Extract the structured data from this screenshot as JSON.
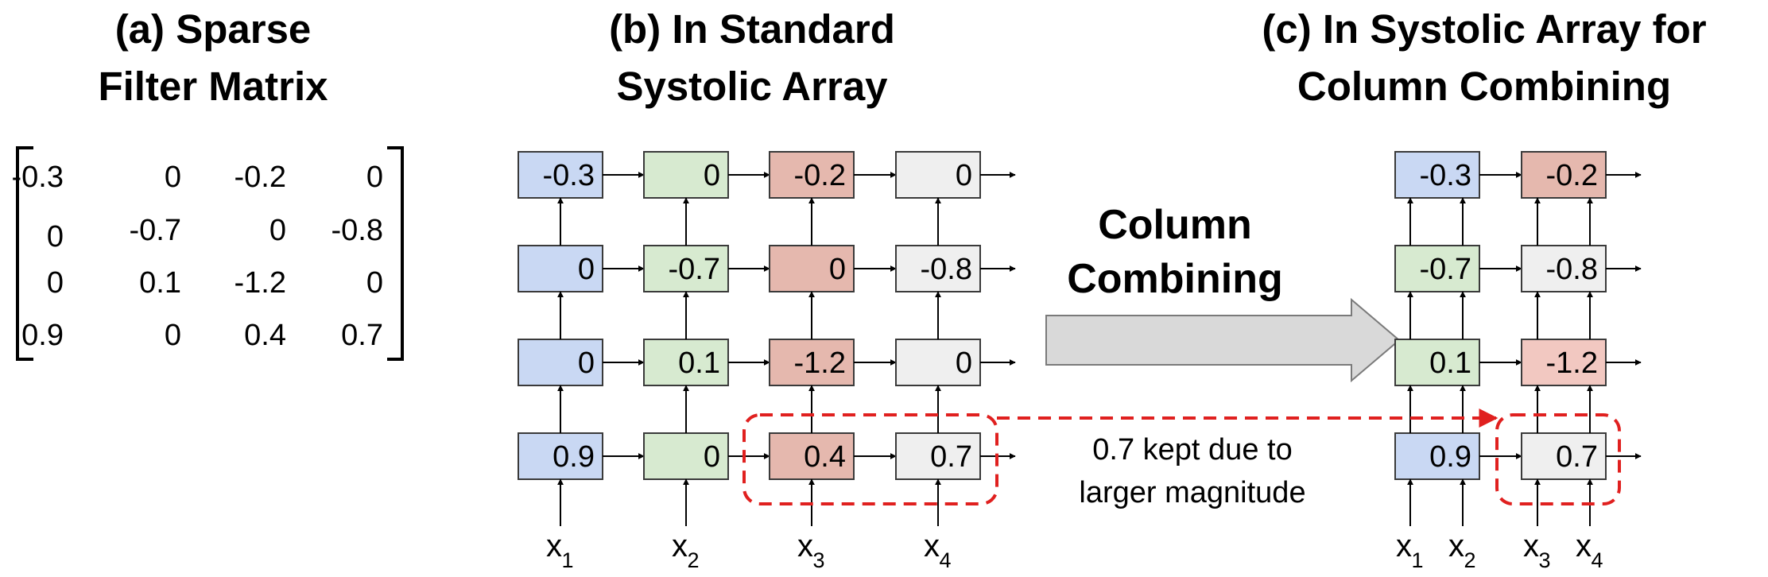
{
  "titles": {
    "a": [
      "(a) Sparse",
      "Filter Matrix"
    ],
    "b": [
      "(b) In Standard",
      "Systolic Array"
    ],
    "c": [
      "(c) In Systolic Array for",
      "Column Combining"
    ]
  },
  "matrix": [
    [
      "-0.3",
      "0",
      "-0.2",
      "0"
    ],
    [
      "0",
      "-0.7",
      "0",
      "-0.8"
    ],
    [
      "0",
      "0.1",
      "-1.2",
      "0"
    ],
    [
      "0.9",
      "0",
      "0.4",
      "0.7"
    ]
  ],
  "standard_array": {
    "cells": [
      [
        "-0.3",
        "0",
        "-0.2",
        "0"
      ],
      [
        "0",
        "-0.7",
        "0",
        "-0.8"
      ],
      [
        "0",
        "0.1",
        "-1.2",
        "0"
      ],
      [
        "0.9",
        "0",
        "0.4",
        "0.7"
      ]
    ],
    "column_colors": [
      "#c9d8f3",
      "#d7ead0",
      "#e5b8ae",
      "#efefef"
    ],
    "inputs": [
      {
        "base": "x",
        "sub": "1"
      },
      {
        "base": "x",
        "sub": "2"
      },
      {
        "base": "x",
        "sub": "3"
      },
      {
        "base": "x",
        "sub": "4"
      }
    ]
  },
  "column_combining": {
    "lines": [
      "Column",
      "Combining"
    ],
    "arrow_color": "#d9d9d9"
  },
  "note": [
    "0.7 kept due to",
    "larger magnitude"
  ],
  "highlight_color": "#e0201f",
  "combined_array": {
    "cells": [
      [
        {
          "value": "-0.3",
          "color": "#c9d8f3"
        },
        {
          "value": "-0.2",
          "color": "#e5b8ae"
        }
      ],
      [
        {
          "value": "-0.7",
          "color": "#d7ead0"
        },
        {
          "value": "-0.8",
          "color": "#efefef"
        }
      ],
      [
        {
          "value": "0.1",
          "color": "#d7ead0"
        },
        {
          "value": "-1.2",
          "color": "#f2c8c1"
        }
      ],
      [
        {
          "value": "0.9",
          "color": "#c9d8f3"
        },
        {
          "value": "0.7",
          "color": "#efefef"
        }
      ]
    ],
    "inputs": [
      {
        "base": "x",
        "sub": "1"
      },
      {
        "base": "x",
        "sub": "2"
      },
      {
        "base": "x",
        "sub": "3"
      },
      {
        "base": "x",
        "sub": "4"
      }
    ]
  }
}
